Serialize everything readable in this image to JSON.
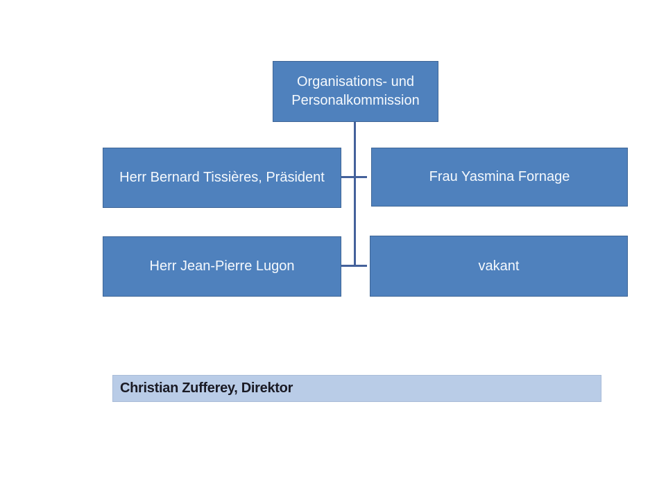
{
  "org_chart": {
    "commission_box": {
      "label": "Organisations- und\nPersonalkommission"
    },
    "members": [
      {
        "label": "Herr Bernard Tissières, Präsident"
      },
      {
        "label": "Frau Yasmina Fornage"
      },
      {
        "label": "Herr Jean-Pierre Lugon"
      },
      {
        "label": "vakant"
      }
    ],
    "director_bar": {
      "label": "Christian Zufferey, Direktor"
    },
    "colors": {
      "page_bg": "#ffffff",
      "node_fill": "#4F81BD",
      "node_border": "#3E6596",
      "node_text": "#F5F9FD",
      "connector": "#44619B",
      "bar_fill": "#B9CCE7",
      "bar_border": "#A9BCD8",
      "bar_text": "#1A1A24"
    }
  }
}
